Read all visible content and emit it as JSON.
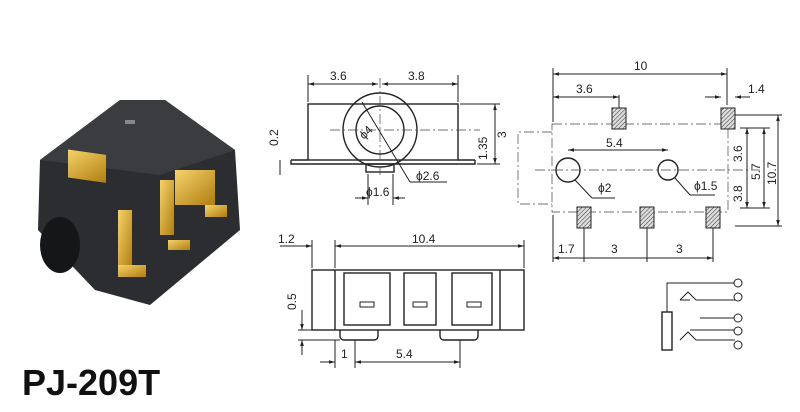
{
  "title": "PJ-209T",
  "front_view": {
    "dims": [
      "3.6",
      "3.8",
      "0.2",
      "1.35",
      "3",
      "ϕ4",
      "ϕ2.6",
      "ϕ1.6"
    ]
  },
  "top_view": {
    "dims": [
      "10",
      "3.6",
      "1.4",
      "5.4",
      "ϕ2",
      "ϕ1.5",
      "3.6",
      "3.8",
      "5.7",
      "10.7",
      "1.7",
      "3",
      "3"
    ]
  },
  "bottom_view": {
    "dims": [
      "1.2",
      "10.4",
      "0.5",
      "1",
      "5.4"
    ]
  },
  "colors": {
    "body": "#2b2d30",
    "pin": "#d9a520",
    "line": "#222222"
  }
}
